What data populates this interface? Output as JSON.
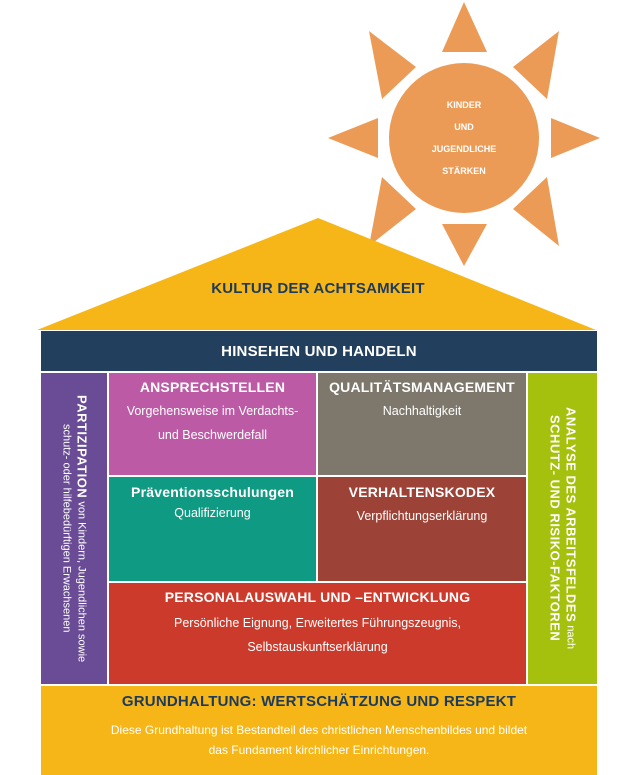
{
  "colors": {
    "sun": "#ec9b57",
    "roof": "#f7b617",
    "beam": "#22405e",
    "left_pillar": "#6a4b95",
    "right_pillar": "#a5c00d",
    "ansprechstellen": "#bd5aa5",
    "qualitaet": "#7d776c",
    "praevention": "#0e9a83",
    "verhalten": "#9c4236",
    "personal": "#cc3a2b",
    "foundation": "#f7b617",
    "dark_text": "#1c3a5c"
  },
  "sun": {
    "line1": "KINDER",
    "line2": "UND",
    "line3": "JUGENDLICHE",
    "line4": "STÄRKEN"
  },
  "roof": {
    "label": "KULTUR DER ACHTSAMKEIT"
  },
  "beam": {
    "label": "HINSEHEN UND HANDELN"
  },
  "left_pillar": {
    "title": "PARTIZIPATION",
    "text1": "von Kindern, Jugendlichen sowie",
    "text2": "schutz- oder hilfebedürftigen Erwachsenen"
  },
  "right_pillar": {
    "title1": "ANALYSE DES ARBEITSFELDES",
    "text1": "nach",
    "title2": "SCHUTZ- UND RISIKO-FAKTOREN"
  },
  "blocks": {
    "ansprechstellen": {
      "title": "ANSPRECHSTELLEN",
      "line1": "Vorgehensweise im Verdachts-",
      "line2": "und Beschwerdefall"
    },
    "qualitaet": {
      "title": "QUALITÄTSMANAGEMENT",
      "line1": "Nachhaltigkeit"
    },
    "praevention": {
      "title": "Präventionsschulungen",
      "line1": "Qualifizierung"
    },
    "verhalten": {
      "title": "VERHALTENSKODEX",
      "line1": "Verpflichtungserklärung"
    },
    "personal": {
      "title": "PERSONALAUSWAHL UND –ENTWICKLUNG",
      "line1": "Persönliche Eignung, Erweitertes Führungszeugnis,",
      "line2": "Selbstauskunftserklärung"
    }
  },
  "foundation": {
    "title": "GRUNDHALTUNG: WERTSCHÄTZUNG UND RESPEKT",
    "line1": "Diese Grundhaltung ist Bestandteil des christlichen Menschenbildes und bildet",
    "line2": "das Fundament kirchlicher Einrichtungen."
  }
}
